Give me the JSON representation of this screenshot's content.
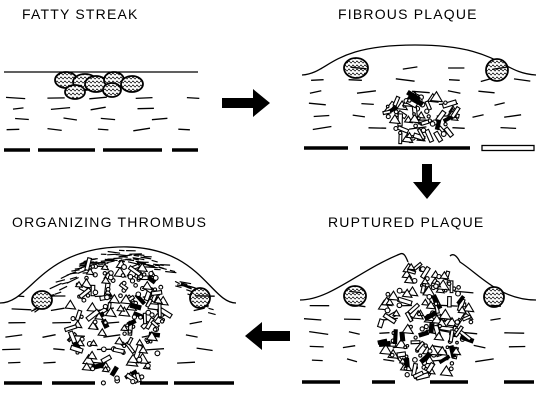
{
  "panels": {
    "fatty_streak": {
      "title": "FATTY STREAK"
    },
    "fibrous_plaque": {
      "title": "FIBROUS PLAQUE"
    },
    "ruptured_plaque": {
      "title": "RUPTURED PLAQUE"
    },
    "organizing_thrombus": {
      "title": "ORGANIZING THROMBUS"
    }
  },
  "colors": {
    "ink": "#000000",
    "paper": "#ffffff"
  },
  "icons": [
    "arrow-right-icon",
    "arrow-down-icon",
    "arrow-left-icon"
  ]
}
